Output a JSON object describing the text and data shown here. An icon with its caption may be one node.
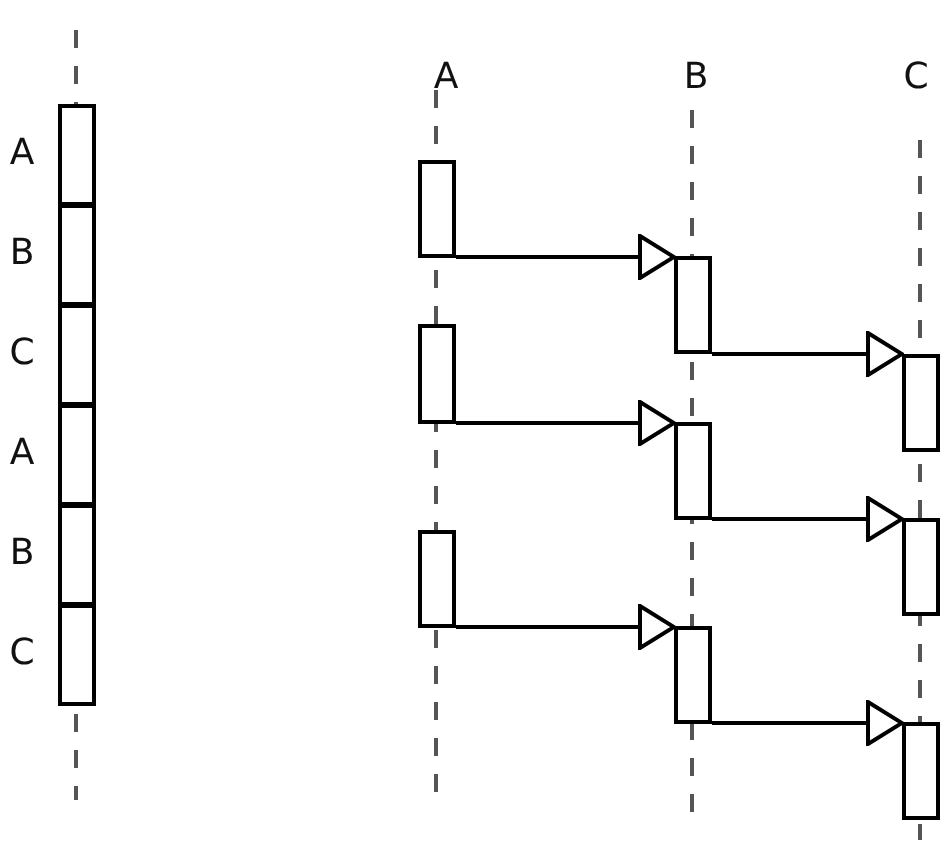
{
  "diagram": {
    "nodes": [
      {
        "text": [],
        "shape": "box",
        "beside": [
          "A"
        ]
      },
      {
        "text": [],
        "shape": "box",
        "beside": [
          "B"
        ]
      },
      {
        "text": [],
        "shape": "box",
        "beside": [
          "C"
        ]
      },
      {
        "text": [],
        "shape": "box",
        "beside": [
          "A"
        ]
      },
      {
        "text": [],
        "shape": "box",
        "beside": [
          "B"
        ]
      },
      {
        "text": [],
        "shape": "box",
        "beside": [
          "C"
        ]
      },
      {
        "text": [],
        "shape": "box"
      },
      {
        "text": [],
        "shape": "box"
      },
      {
        "text": [],
        "shape": "box"
      },
      {
        "text": [],
        "shape": "box"
      },
      {
        "text": [],
        "shape": "box"
      },
      {
        "text": [],
        "shape": "box"
      },
      {
        "text": [],
        "shape": "box"
      },
      {
        "text": [],
        "shape": "box"
      },
      {
        "text": [],
        "shape": "box"
      }
    ],
    "edges": [
      {
        "from": 6,
        "to": 9,
        "arrow": "to"
      },
      {
        "from": 9,
        "to": 12,
        "arrow": "to"
      },
      {
        "from": 7,
        "to": 10,
        "arrow": "to"
      },
      {
        "from": 10,
        "to": 13,
        "arrow": "to"
      },
      {
        "from": 8,
        "to": 11,
        "arrow": "to"
      },
      {
        "from": 11,
        "to": 14,
        "arrow": "to"
      }
    ],
    "labels": [
      "A",
      "B",
      "C"
    ]
  }
}
